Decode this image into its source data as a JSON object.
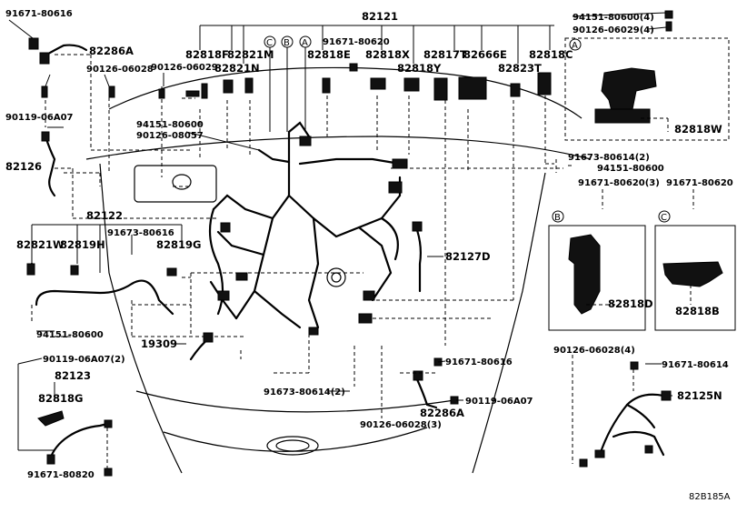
{
  "diagram": {
    "ref_code": "82B185A",
    "callouts": {
      "A": "A",
      "B": "B",
      "C": "C"
    },
    "labels": {
      "p_91671_80616_top": "91671-80616",
      "p_82286A_top": "82286A",
      "p_82121": "82121",
      "p_94151_80600_4": "94151-80600(4)",
      "p_90126_06029_4": "90126-06029(4)",
      "p_82818F": "82818F",
      "p_82821M": "82821M",
      "p_91671_80620": "91671-80620",
      "p_90126_06028": "90126-06028",
      "p_90126_06029": "90126-06029",
      "p_82821N": "82821N",
      "p_82818E": "82818E",
      "p_82818X": "82818X",
      "p_82817T": "82817T",
      "p_82666E": "82666E",
      "p_82818C": "82818C",
      "p_82818Y": "82818Y",
      "p_82823T": "82823T",
      "p_82818W": "82818W",
      "p_90119_06A07_left": "90119-06A07",
      "p_94151_80600_mid": "94151-80600",
      "p_90126_08057": "90126-08057",
      "p_82126": "82126",
      "p_91673_80614_2_right": "91673-80614(2)",
      "p_94151_80600_right": "94151-80600",
      "p_91671_80620_3": "91671-80620(3)",
      "p_91671_80620_right": "91671-80620",
      "p_82122": "82122",
      "p_82821W": "82821W",
      "p_82819H": "82819H",
      "p_91673_80616": "91673-80616",
      "p_82819G": "82819G",
      "p_82127D": "82127D",
      "p_82818D": "82818D",
      "p_82818B": "82818B",
      "p_94151_80600_low": "94151-80600",
      "p_19309": "19309",
      "p_90119_06A07_2": "90119-06A07(2)",
      "p_82123": "82123",
      "p_82818G": "82818G",
      "p_91671_80616_low": "91671-80616",
      "p_90126_06028_4": "90126-06028(4)",
      "p_91671_80614": "91671-80614",
      "p_82125N": "82125N",
      "p_91673_80614_2_low": "91673-80614(2)",
      "p_82286A_low": "82286A",
      "p_90119_06A07_low": "90119-06A07",
      "p_90126_06028_3": "90126-06028(3)",
      "p_91671_80820": "91671-80820"
    }
  }
}
